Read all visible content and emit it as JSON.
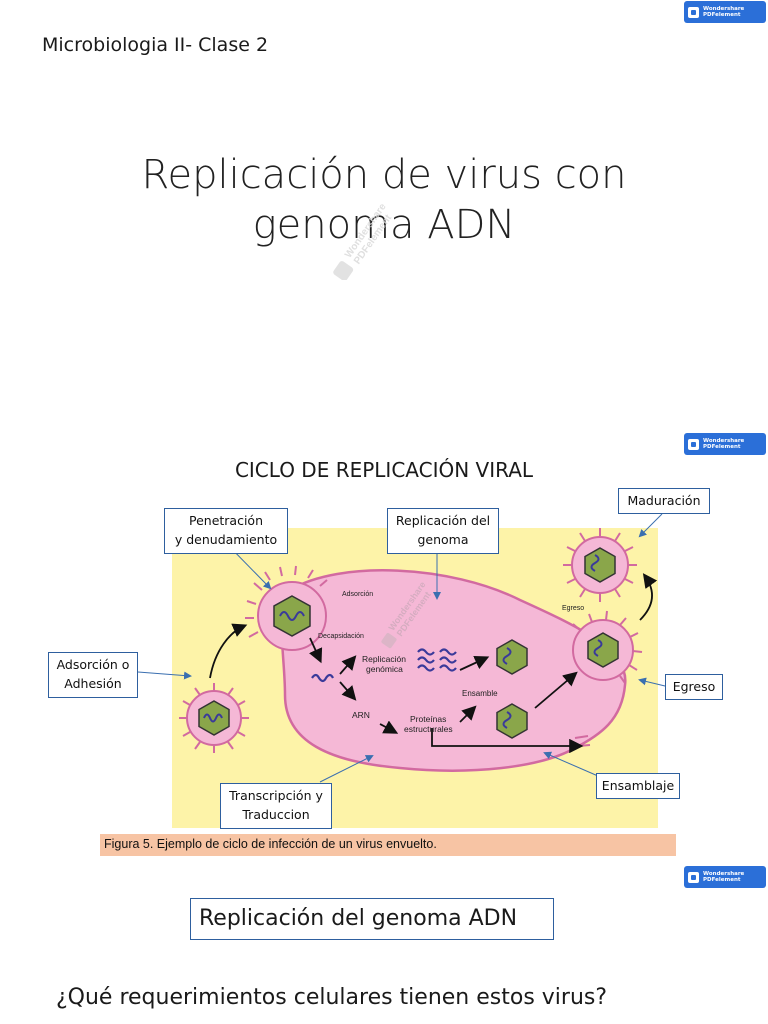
{
  "watermark": {
    "badge_line1": "Wondershare",
    "badge_line2": "PDFelement",
    "diagonal_text_1": "Wondershare",
    "diagonal_text_2": "PDFelement"
  },
  "slide1": {
    "header": "Microbiologia II- Clase 2",
    "title_line1": "Replicación de virus con",
    "title_line2": "genoma ADN"
  },
  "slide2": {
    "diagram_title": "CICLO DE REPLICACIÓN VIRAL",
    "labels": {
      "penetracion_1": "Penetración",
      "penetracion_2": "y denudamiento",
      "replicacion_1": "Replicación del",
      "replicacion_2": "genoma",
      "maduracion": "Maduración",
      "adsorcion_1": "Adsorción o",
      "adsorcion_2": "Adhesión",
      "egreso": "Egreso",
      "ensamblaje": "Ensamblaje",
      "transcripcion_1": "Transcripción y",
      "transcripcion_2": "Traduccion"
    },
    "figure_text": {
      "adsorcion": "Adsorción",
      "decapsidacion": "Decapsidación",
      "replicacion_1": "Replicación",
      "replicacion_2": "genómica",
      "arn": "ARN",
      "proteinas_1": "Proteínas",
      "proteinas_2": "estructurales",
      "ensamble": "Ensamble",
      "egreso": "Egreso"
    },
    "caption": "Figura 5. Ejemplo de ciclo de infección de un virus envuelto."
  },
  "slide3": {
    "heading": "Replicación del genoma ADN",
    "question": "¿Qué requerimientos celulares tienen estos virus?"
  },
  "colors": {
    "badge": "#2b6fd8",
    "background_yellow": "#fdf3a8",
    "cell_pink": "#f5b8d6",
    "cell_border": "#d26aa0",
    "capsid_green": "#8aa64a",
    "label_border": "#2e5f9e",
    "caption_bar": "#f7c4a4"
  },
  "icons": [
    "wondershare-logo-icon",
    "virus-icon",
    "dna-coil-icon",
    "arrow-icon"
  ]
}
